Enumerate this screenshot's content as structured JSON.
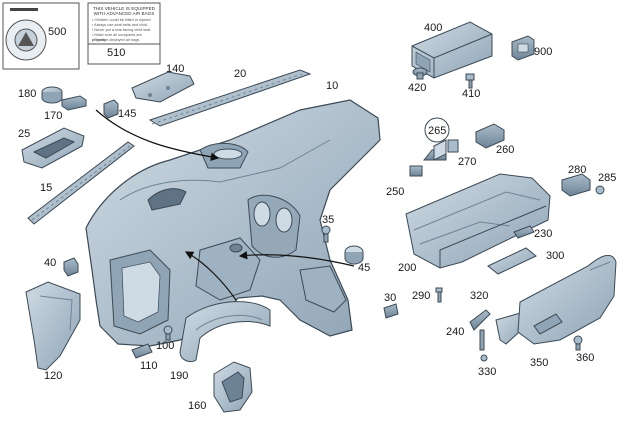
{
  "colors": {
    "part_fill": "#a9bccb",
    "part_light": "#cfdbe4",
    "part_dark": "#6e8496",
    "outline": "#3c4a56",
    "text": "#1a1a1a"
  },
  "label_box": {
    "title": "THIS VEHICLE IS EQUIPPED WITH ADVANCED AIR BAGS",
    "lines": [
      "• Children could be killed or injured",
      "• Always use seat belts and child",
      "• Never put a rear-facing child seat",
      "• Make sure all occupants are properly",
      "• Replace deployed air bags"
    ]
  },
  "callouts": {
    "p500": "500",
    "p510": "510",
    "p400": "400",
    "p900": "900",
    "p420": "420",
    "p410": "410",
    "p140": "140",
    "p20": "20",
    "p10": "10",
    "p180": "180",
    "p170": "170",
    "p145": "145",
    "p25": "25",
    "p15": "15",
    "p265": "265",
    "p270": "270",
    "p260": "260",
    "p250": "250",
    "p280": "280",
    "p285": "285",
    "p35": "35",
    "p230": "230",
    "p300": "300",
    "p45": "45",
    "p200": "200",
    "p40": "40",
    "p290": "290",
    "p320": "320",
    "p30": "30",
    "p240": "240",
    "p100": "100",
    "p110": "110",
    "p120": "120",
    "p190": "190",
    "p330": "330",
    "p350": "350",
    "p360": "360",
    "p160": "160"
  }
}
